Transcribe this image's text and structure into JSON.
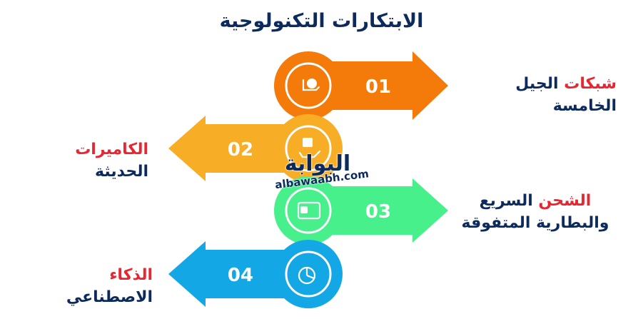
{
  "title": "الابتكارات التكنولوجية",
  "items": [
    {
      "num": "01",
      "label_highlight": "شبكات",
      "label_rest": " الجيل الخامسة",
      "label_line2": "",
      "color": "#f47a0a",
      "icon": "dollar-hand-icon"
    },
    {
      "num": "02",
      "label_highlight": "الكاميرات",
      "label_rest": " الحديثة",
      "label_line2": "",
      "color": "#f8ad26",
      "icon": "box-hand-icon"
    },
    {
      "num": "03",
      "label_highlight": "الشحن",
      "label_rest": " السريع",
      "label_line2": "والبطارية المتفوقة",
      "color": "#48f08b",
      "icon": "wallet-icon"
    },
    {
      "num": "04",
      "label_highlight": "الذكاء",
      "label_rest": " الاصطناعي",
      "label_line2": "",
      "color": "#13a7e5",
      "icon": "pie-chart-icon"
    }
  ],
  "watermark": {
    "arabic": "البوابة",
    "latin": "albawaabh.com"
  }
}
